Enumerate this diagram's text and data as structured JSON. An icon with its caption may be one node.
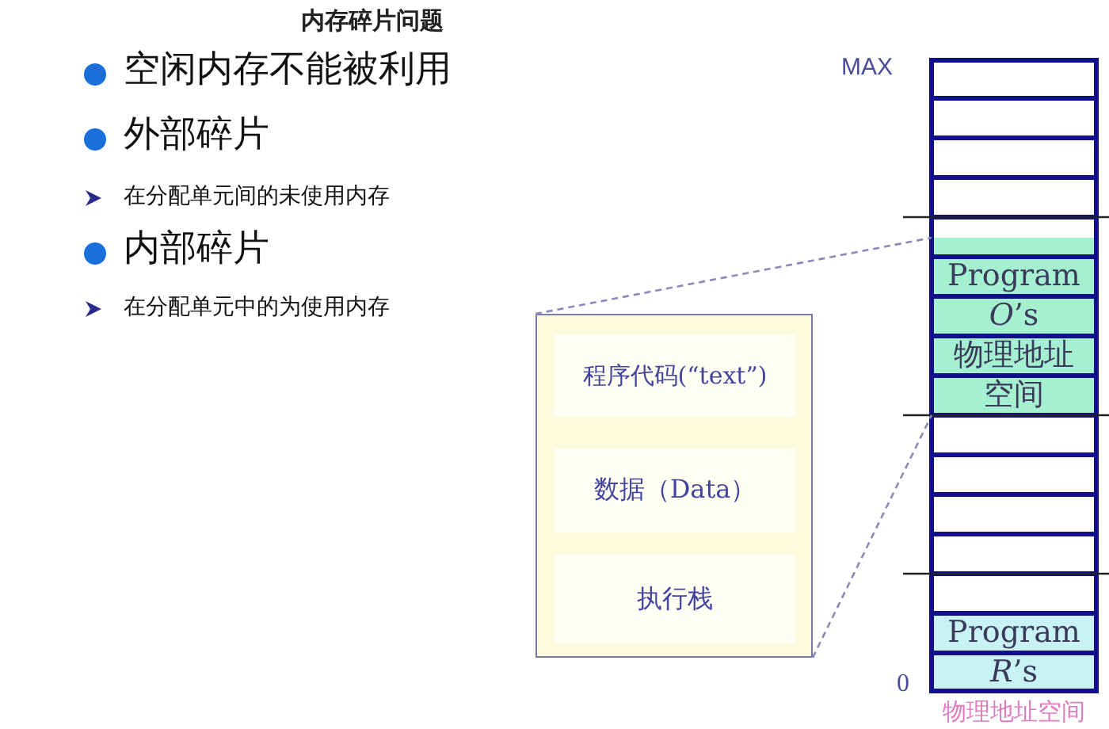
{
  "diagram": {
    "title": "内存碎片问题",
    "nodes": [
      {
        "text": [],
        "shape": "box"
      },
      {
        "text": [
          "程序代码(“text”)"
        ],
        "in": 0
      },
      {
        "text": [
          "数据（Data）"
        ],
        "in": 0
      },
      {
        "text": [
          "执行栈"
        ],
        "in": 0
      },
      {
        "text": [
          "Program *O*’s",
          "物理地址空间"
        ]
      },
      {
        "text": [
          "Program *R*’s"
        ]
      }
    ],
    "edges": [
      {
        "from": 0,
        "to": 4,
        "arrow": "none",
        "style": "dashed"
      },
      {
        "from": 0,
        "to": 4,
        "arrow": "none",
        "style": "dashed"
      }
    ],
    "labels": [
      "空闲内存不能被利用",
      "外部碎片",
      "在分配单元间的未使用内存",
      "内部碎片",
      "在分配单元中的为使用内存",
      "MAX",
      "0",
      "物理地址空间"
    ]
  }
}
